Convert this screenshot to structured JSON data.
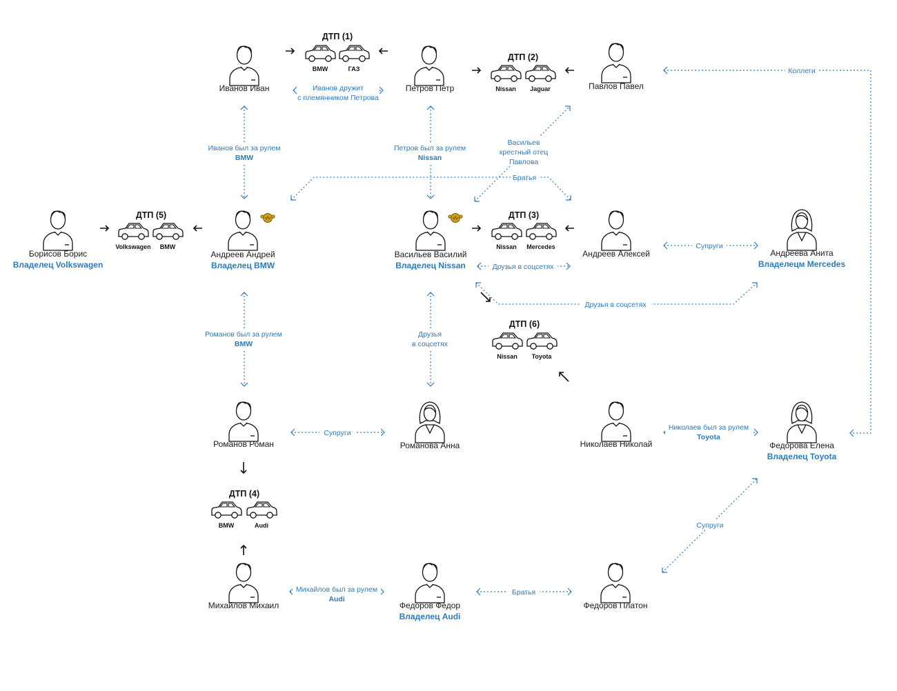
{
  "people": [
    {
      "id": "ivanov",
      "name": "Иванов Иван",
      "owner": "",
      "gender": "m"
    },
    {
      "id": "petrov",
      "name": "Петров Петр",
      "owner": "",
      "gender": "m"
    },
    {
      "id": "pavlov",
      "name": "Павлов Павел",
      "owner": "",
      "gender": "m"
    },
    {
      "id": "borisov",
      "name": "Борисов Борис",
      "owner": "Владелец Volkswagen",
      "gender": "m"
    },
    {
      "id": "andreev_andrey",
      "name": "Андреев Андрей",
      "owner": "Владелец BMW",
      "gender": "m",
      "badge": true
    },
    {
      "id": "vasiliev",
      "name": "Васильев Василий",
      "owner": "Владелец Nissan",
      "gender": "m",
      "badge": true
    },
    {
      "id": "andreev_aleksey",
      "name": "Андреев Алексей",
      "owner": "",
      "gender": "m"
    },
    {
      "id": "andreeva_anita",
      "name": "Андреева Анита",
      "owner": "Владелецм Mercedes",
      "gender": "f"
    },
    {
      "id": "romanov",
      "name": "Романов Роман",
      "owner": "",
      "gender": "m"
    },
    {
      "id": "romanova",
      "name": "Романова Анна",
      "owner": "",
      "gender": "f"
    },
    {
      "id": "nikolaev",
      "name": "Николаев Николай",
      "owner": "",
      "gender": "m"
    },
    {
      "id": "fedorova",
      "name": "Федорова Елена",
      "owner": "Владелец Toyota",
      "gender": "f"
    },
    {
      "id": "mikhailov",
      "name": "Михайлов Михаил",
      "owner": "",
      "gender": "m"
    },
    {
      "id": "fedorov_fedor",
      "name": "Федоров Федор",
      "owner": "Владелец Audi",
      "gender": "m"
    },
    {
      "id": "fedorov_platon",
      "name": "Федоров Платон",
      "owner": "",
      "gender": "m"
    }
  ],
  "accidents": [
    {
      "id": "acc1",
      "title": "ДТП (1)",
      "cars": [
        "BMW",
        "ГАЗ"
      ]
    },
    {
      "id": "acc2",
      "title": "ДТП (2)",
      "cars": [
        "Nissan",
        "Jaguar"
      ]
    },
    {
      "id": "acc3",
      "title": "ДТП (3)",
      "cars": [
        "Nissan",
        "Mercedes"
      ]
    },
    {
      "id": "acc4",
      "title": "ДТП (4)",
      "cars": [
        "BMW",
        "Audi"
      ]
    },
    {
      "id": "acc5",
      "title": "ДТП (5)",
      "cars": [
        "Volkswagen",
        "BMW"
      ]
    },
    {
      "id": "acc6",
      "title": "ДТП (6)",
      "cars": [
        "Nissan",
        "Toyota"
      ]
    }
  ],
  "relations": [
    {
      "id": "ivanov_petrov",
      "lines": [
        "Иванов дружит",
        "с племянником Петрова"
      ],
      "bold": ""
    },
    {
      "id": "pavlov_fedorova",
      "lines": [
        "Коллеги"
      ],
      "bold": ""
    },
    {
      "id": "ivanov_andrey",
      "lines": [
        "Иванов был за рулем"
      ],
      "bold": "BMW"
    },
    {
      "id": "petrov_vasiliev",
      "lines": [
        "Петров был за рулем"
      ],
      "bold": "Nissan"
    },
    {
      "id": "vasiliev_pavlov",
      "lines": [
        "Васильев",
        "крестный отец",
        "Павлова"
      ],
      "bold": ""
    },
    {
      "id": "brothers_andreev",
      "lines": [
        "Братья"
      ],
      "bold": ""
    },
    {
      "id": "spouses_andreev",
      "lines": [
        "Супруги"
      ],
      "bold": ""
    },
    {
      "id": "friends_vas_aleksey",
      "lines": [
        "Друзья в соцсетях"
      ],
      "bold": ""
    },
    {
      "id": "friends_vas_anita",
      "lines": [
        "Друзья в соцсетях"
      ],
      "bold": ""
    },
    {
      "id": "romanov_andrey",
      "lines": [
        "Романов был за рулем"
      ],
      "bold": "BMW"
    },
    {
      "id": "friends_vas_romanova",
      "lines": [
        "Друзья",
        "в соцсетях"
      ],
      "bold": ""
    },
    {
      "id": "spouses_romanov",
      "lines": [
        "Супруги"
      ],
      "bold": ""
    },
    {
      "id": "nikolaev_fedorova",
      "lines": [
        "Николаев был за рулем"
      ],
      "bold": "Toyota"
    },
    {
      "id": "spouses_fedorov",
      "lines": [
        "Супруги"
      ],
      "bold": ""
    },
    {
      "id": "mikhailov_fedor",
      "lines": [
        "Михайлов был за рулем"
      ],
      "bold": "Audi"
    },
    {
      "id": "brothers_fedorov",
      "lines": [
        "Братья"
      ],
      "bold": ""
    }
  ],
  "colors": {
    "accent": "#2a7bbf",
    "ink": "#111111",
    "badge": "#c9a21a"
  }
}
